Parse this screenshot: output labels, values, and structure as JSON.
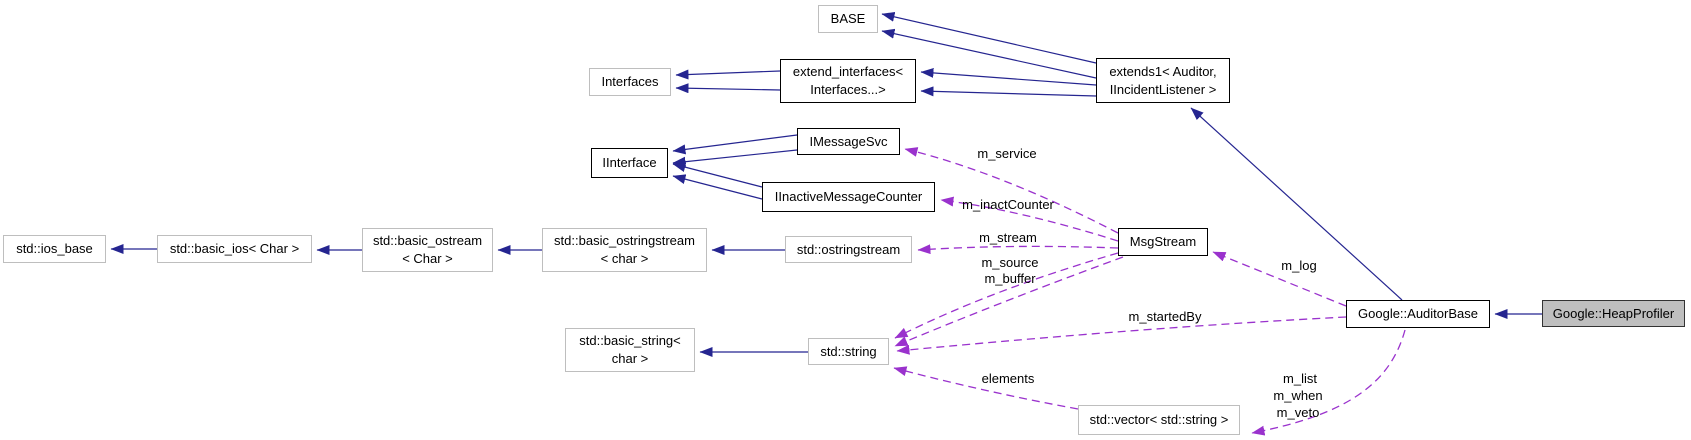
{
  "diagram": {
    "type": "collaboration-graph",
    "colors": {
      "inheritance_edge": "#252590",
      "usage_edge": "#9A32CD",
      "node_border_documented": "#000000",
      "node_border_external": "#BEBEBE",
      "selected_node_fill": "#BFBFBF",
      "background": "#FFFFFF",
      "text": "#000000"
    },
    "nodes": {
      "base": "BASE",
      "interfaces": "Interfaces",
      "extend_interfaces": "extend_interfaces<\nInterfaces...>",
      "extends1": "extends1< Auditor,\nIIncidentListener >",
      "iinterface": "IInterface",
      "imessagesvc": "IMessageSvc",
      "iinactive_counter": "IInactiveMessageCounter",
      "ios_base": "std::ios_base",
      "basic_ios": "std::basic_ios< Char >",
      "basic_ostream": "std::basic_ostream\n< Char >",
      "basic_ostringstream": "std::basic_ostringstream\n< char >",
      "ostringstream": "std::ostringstream",
      "msgstream": "MsgStream",
      "auditor_base": "Google::AuditorBase",
      "heap_profiler": "Google::HeapProfiler",
      "basic_string": "std::basic_string<\nchar >",
      "string": "std::string",
      "vector": "std::vector< std::string >"
    },
    "edge_labels": {
      "m_service": "m_service",
      "m_inactCounter": "m_inactCounter",
      "m_stream": "m_stream",
      "m_source": "m_source",
      "m_buffer": "m_buffer",
      "m_log": "m_log",
      "m_startedBy": "m_startedBy",
      "elements": "elements",
      "m_list": "m_list",
      "m_when": "m_when",
      "m_veto": "m_veto"
    }
  }
}
